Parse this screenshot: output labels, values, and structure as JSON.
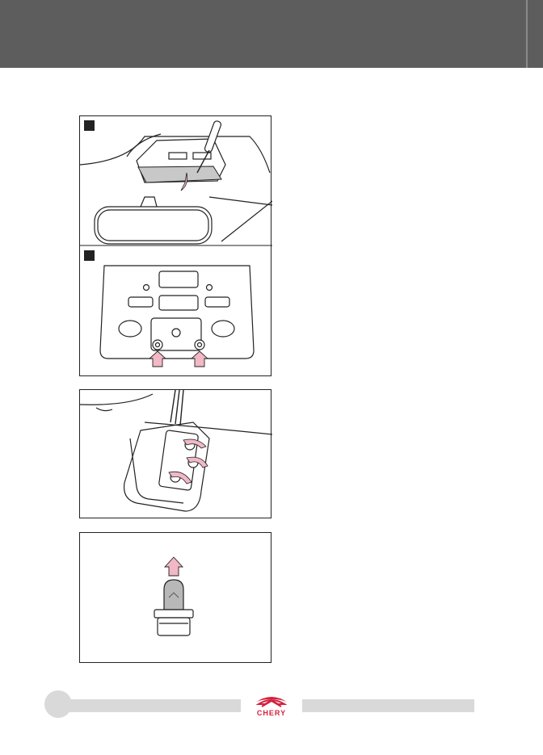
{
  "header": {
    "band_color": "#5d5d5d"
  },
  "figures": [
    {
      "panels": [
        {
          "marker": "step-1"
        },
        {
          "marker": "step-2"
        }
      ]
    },
    {
      "panels": []
    },
    {
      "panels": []
    }
  ],
  "footer": {
    "brand_logo": "chery-logo",
    "brand_text": "CHERY",
    "brand_color": "#d4213d",
    "arrow_color": "#f2b8c6"
  }
}
